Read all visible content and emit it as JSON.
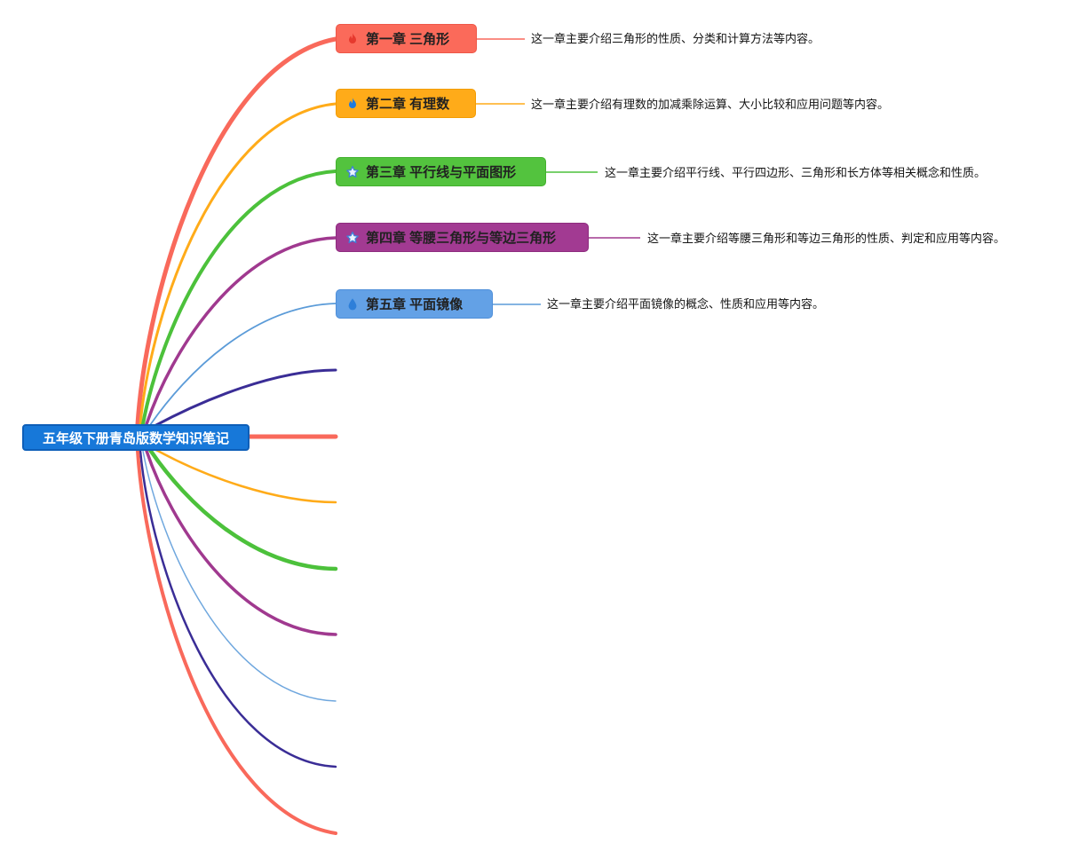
{
  "root": {
    "label": "五年级下册青岛版数学知识笔记",
    "fill_color": "#1778D9",
    "border_color": "#0E5FB8",
    "text_color": "#FFFFFF"
  },
  "chapters": [
    {
      "label": "第一章 三角形",
      "icon": "flame-icon",
      "icon_color": "#E6392E",
      "node_color": "#FB6A5A",
      "branch_color": "#F9695B",
      "desc": "这一章主要介绍三角形的性质、分类和计算方法等内容。"
    },
    {
      "label": "第二章 有理数",
      "icon": "flame-icon",
      "icon_color": "#1D7BE0",
      "node_color": "#FFAB19",
      "branch_color": "#FFAB19",
      "desc": "这一章主要介绍有理数的加减乘除运算、大小比较和应用问题等内容。"
    },
    {
      "label": "第三章 平行线与平面图形",
      "icon": "star-icon",
      "icon_color": "#3F7FD8",
      "node_color": "#53C33E",
      "branch_color": "#4CC13B",
      "desc": "这一章主要介绍平行线、平行四边形、三角形和长方体等相关概念和性质。"
    },
    {
      "label": "第四章 等腰三角形与等边三角形",
      "icon": "star-icon",
      "icon_color": "#3F7FD8",
      "node_color": "#A23A92",
      "branch_color": "#A0398F",
      "desc": "这一章主要介绍等腰三角形和等边三角形的性质、判定和应用等内容。"
    },
    {
      "label": "第五章 平面镜像",
      "icon": "drop-icon",
      "icon_color": "#2E7FD9",
      "node_color": "#63A1E6",
      "branch_color": "#5B9BD8",
      "desc": "这一章主要介绍平面镜像的概念、性质和应用等内容。"
    }
  ],
  "unlabeled_branches": 8,
  "branch_palette": [
    "#F9695B",
    "#FFAB19",
    "#4CC13B",
    "#A0398F",
    "#5B9BD8",
    "#3A2D96"
  ]
}
